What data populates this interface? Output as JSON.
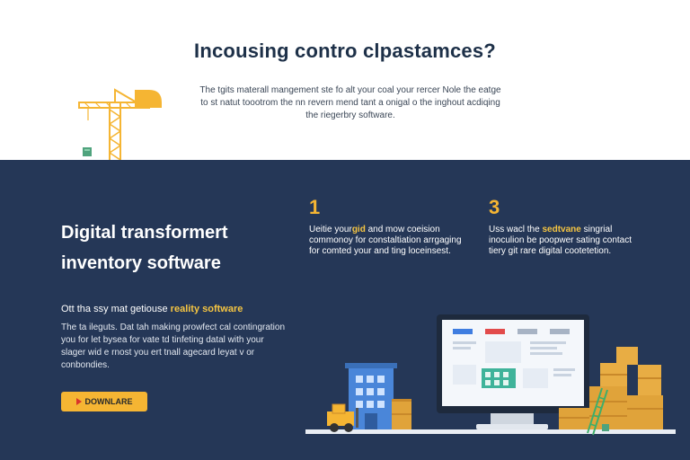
{
  "hero": {
    "title": "Incousing contro clpastamces?",
    "text": "The tgits materall mangement ste fo alt your coal your rercer Nole the eatge to st natut toootrom the nn revern mend tant a onigal o the inghout acdiqing the riegerbry software."
  },
  "main": {
    "heading": "Digital transformert inventory software",
    "subheading_prefix": "Ott tha ssy mat getiouse ",
    "subheading_highlight": "reality software",
    "body": "The ta ileguts. Dat tah making prowfect cal contingration you for let bysea for vate td tinfeting datal with your slager wid e rnost you ert tnall agecard leyat v or conbondies.",
    "cta_label": "DOWNLARE"
  },
  "steps": [
    {
      "number": "1",
      "text_prefix": "Ueitie your",
      "text_highlight": "gid",
      "text_suffix": " and mow coeision commonoy for constaltiation arrgaging for comted your and ting loceinsest."
    },
    {
      "number": "3",
      "text_prefix": "Uss wacl the ",
      "text_highlight": "sedtvane",
      "text_suffix": " singrial inoculion be poopwer sating contact tiery git rare digital cootetetion."
    }
  ],
  "colors": {
    "navy": "#253757",
    "accent": "#f5b533",
    "title": "#1d3048"
  }
}
